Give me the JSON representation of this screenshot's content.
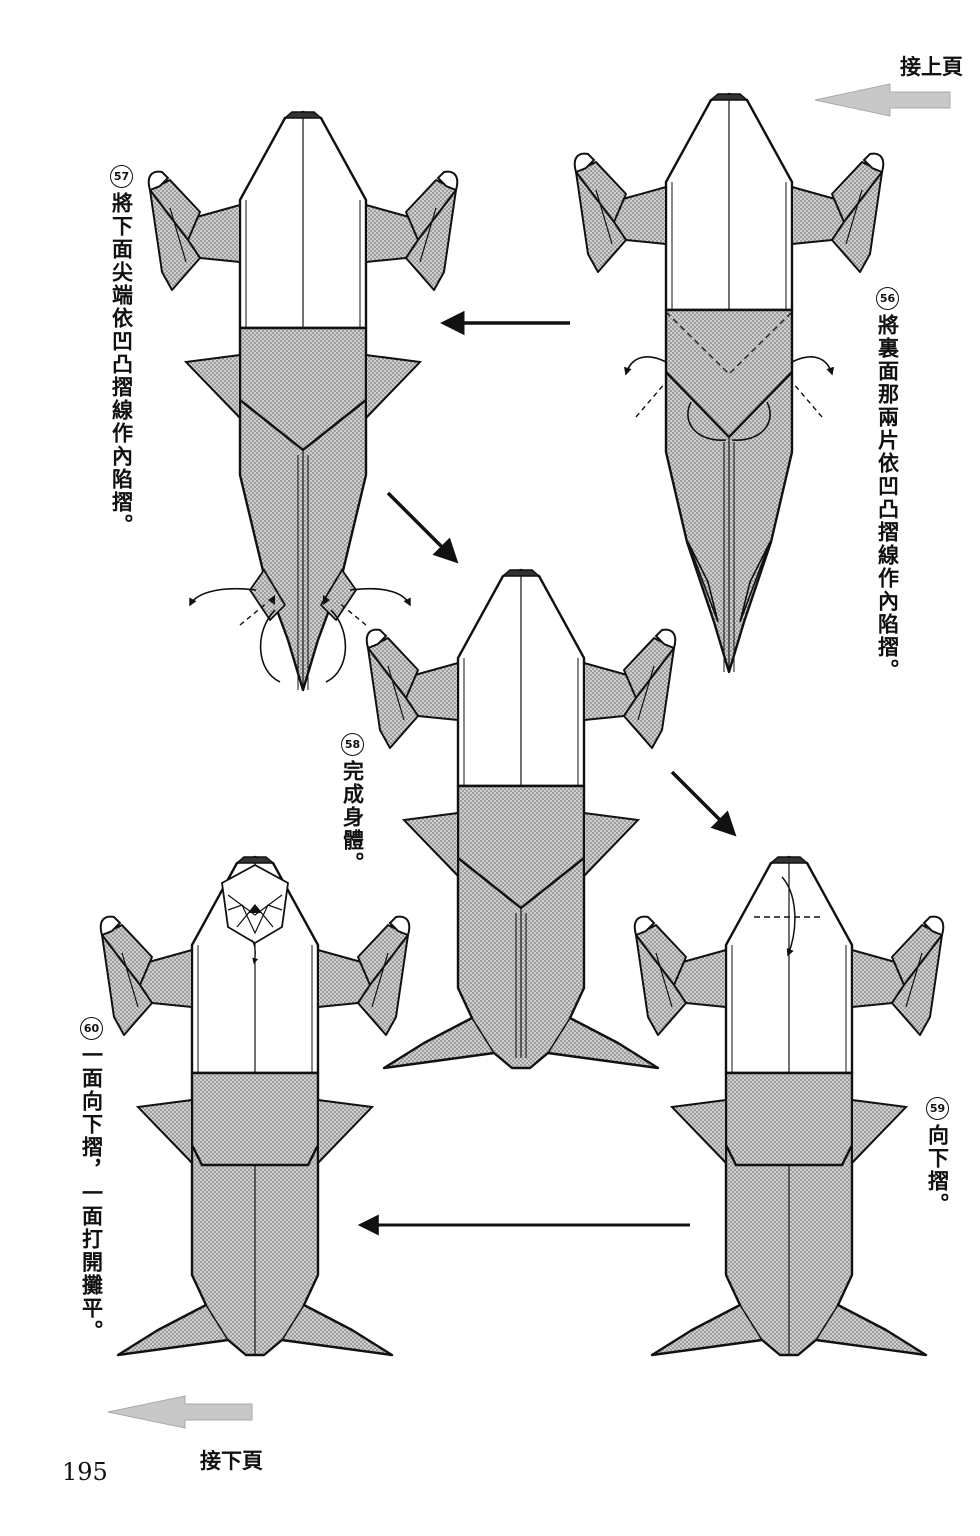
{
  "header": {
    "continue_from_prev": "接上頁"
  },
  "footer": {
    "continue_to_next": "接下頁",
    "page_number": "195"
  },
  "steps": [
    {
      "number": "56",
      "text": "將裏面那兩片依凹凸摺線作內陷摺。"
    },
    {
      "number": "57",
      "text": "將下面尖端依凹凸摺線作內陷摺。"
    },
    {
      "number": "58",
      "text": "完成身體。"
    },
    {
      "number": "59",
      "text": "向下摺。"
    },
    {
      "number": "60",
      "text": "一面向下摺，一面打開攤平。"
    }
  ],
  "icons": {
    "prev_arrow": "gray-arrow-left-icon",
    "next_arrow": "gray-arrow-left-icon",
    "flow_arrow": "black-arrow-icon"
  },
  "colors": {
    "ink": "#111111",
    "paper_shade": "#bdbdbd",
    "continue_arrow": "#c8c8c8"
  }
}
